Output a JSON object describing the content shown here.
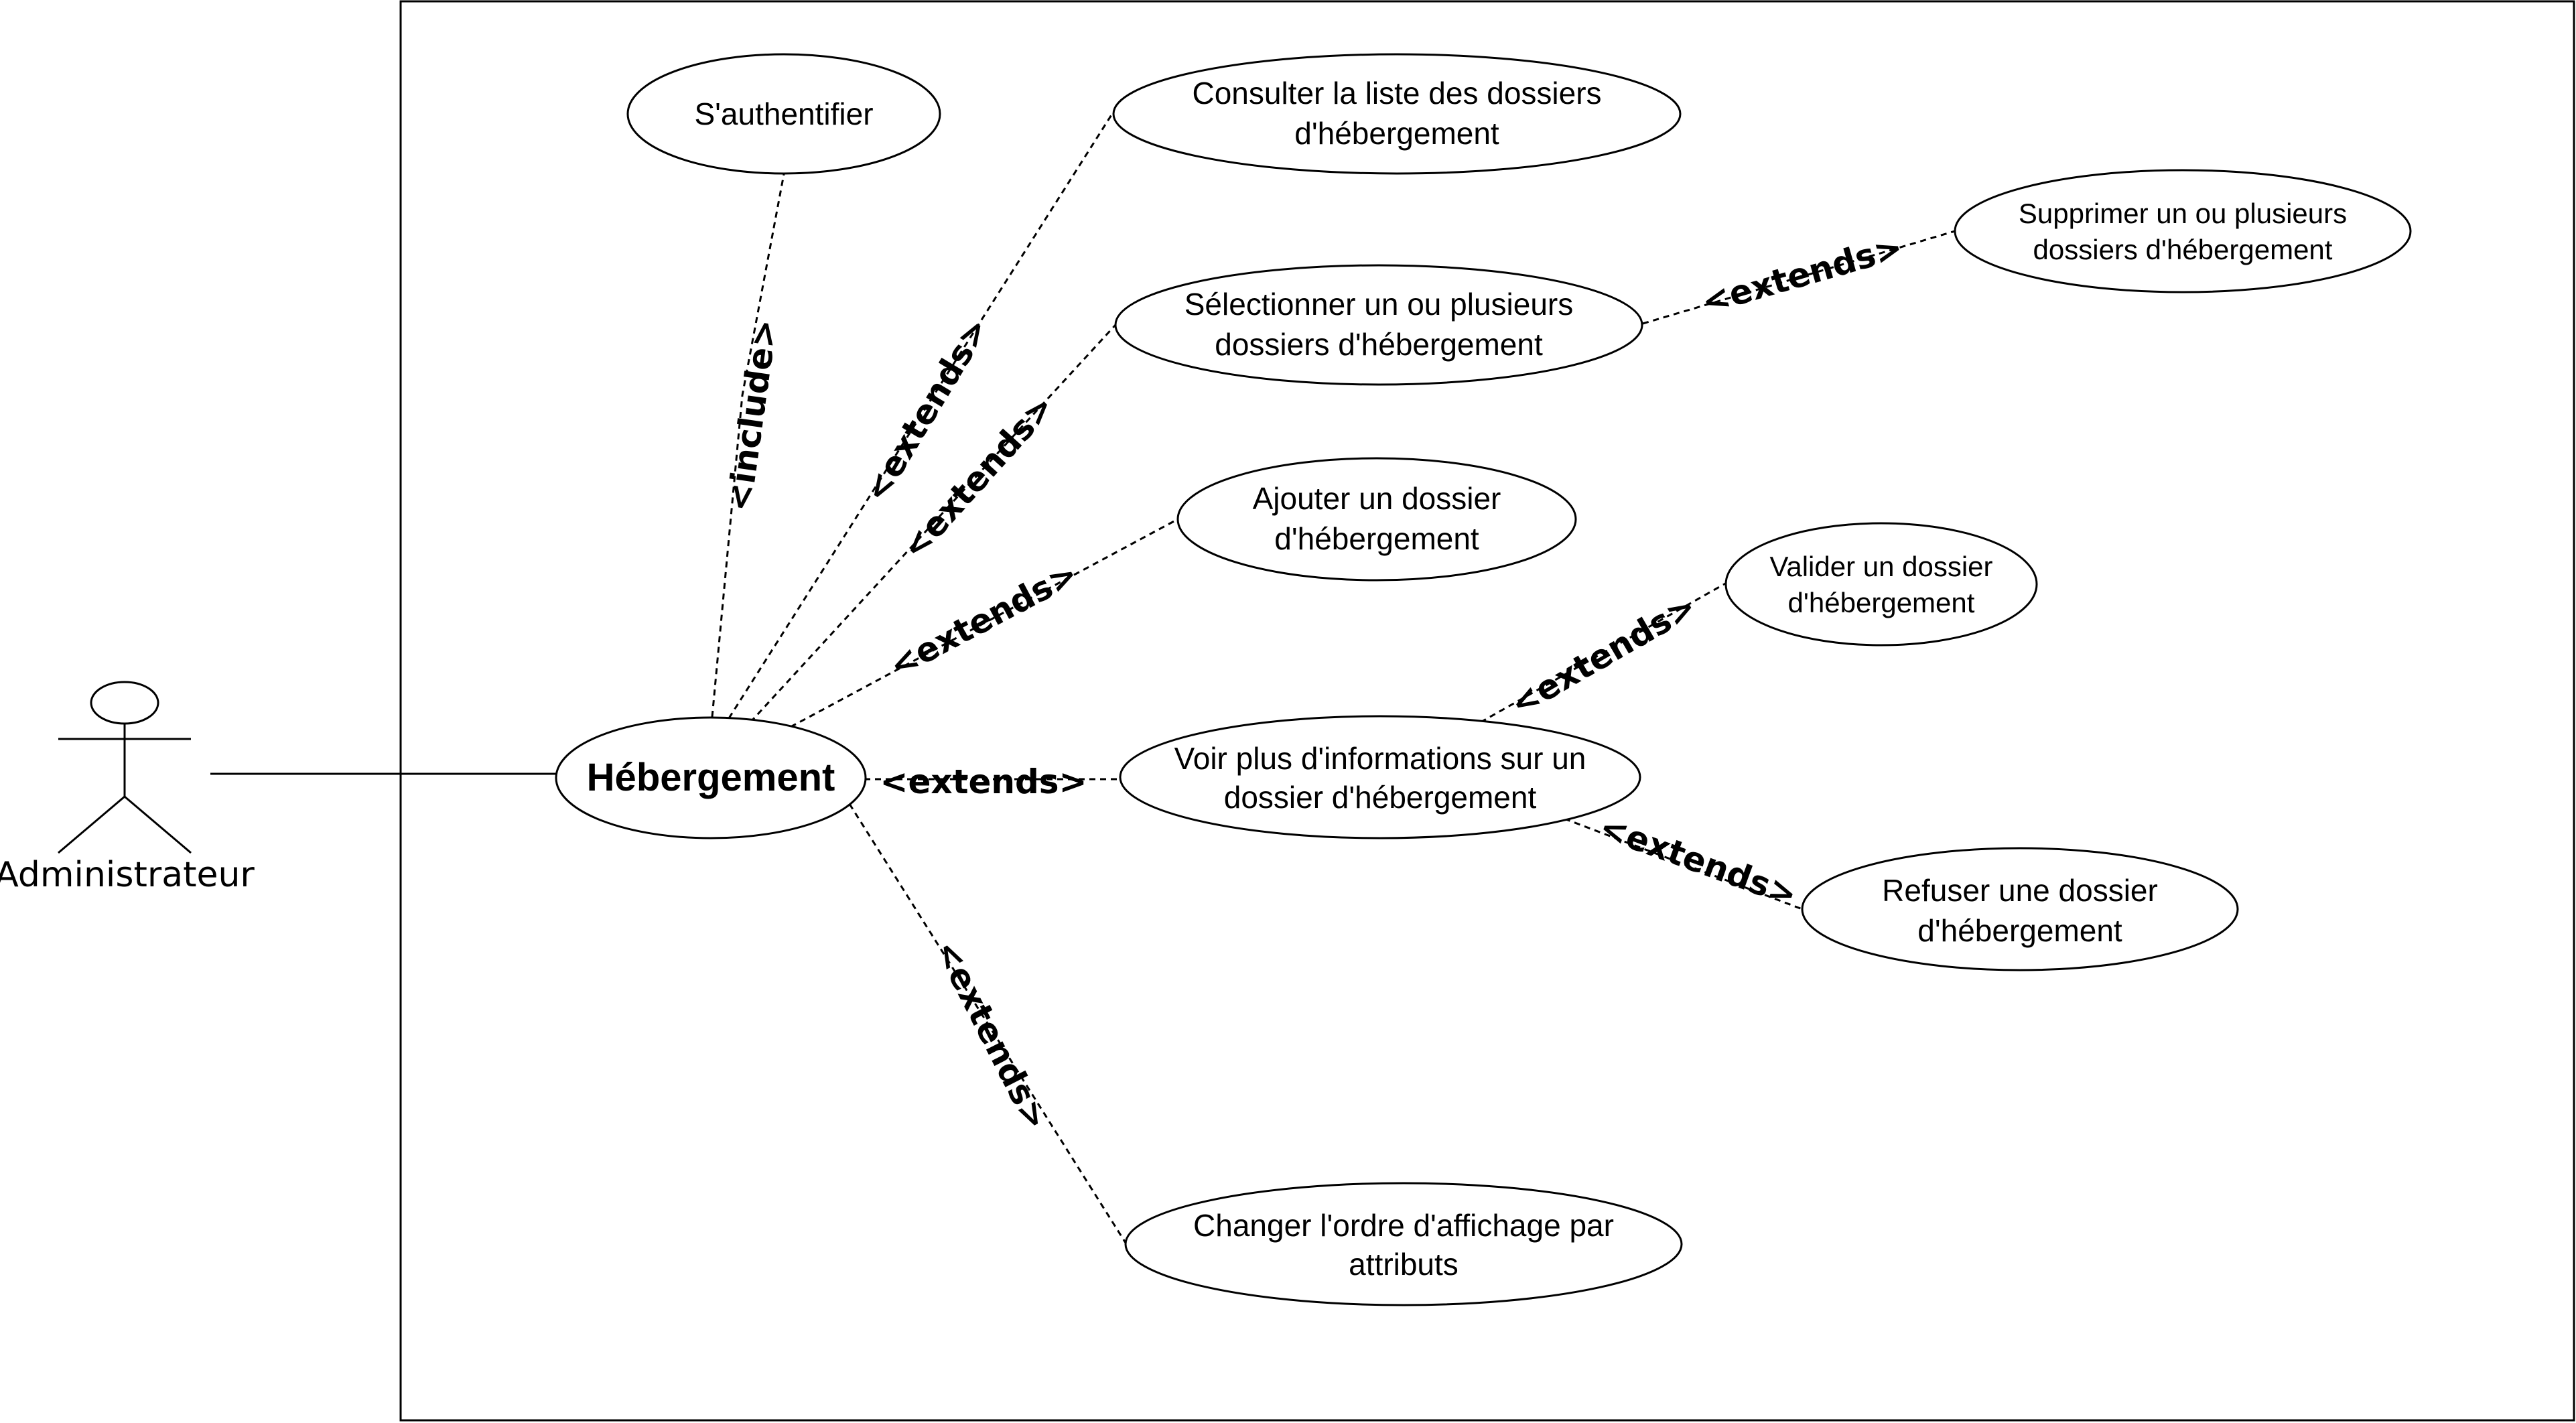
{
  "actor": {
    "name": "Administrateur"
  },
  "main_use_case": {
    "label": "Hébergement"
  },
  "use_cases": {
    "authentifier": {
      "lines": [
        "S'authentifier"
      ]
    },
    "consulter": {
      "lines": [
        "Consulter la liste des dossiers",
        "d'hébergement"
      ]
    },
    "selectionner": {
      "lines": [
        "Sélectionner un ou plusieurs",
        "dossiers d'hébergement"
      ]
    },
    "supprimer": {
      "lines": [
        "Supprimer un ou plusieurs",
        "dossiers d'hébergement"
      ]
    },
    "ajouter": {
      "lines": [
        "Ajouter un dossier",
        "d'hébergement"
      ]
    },
    "valider": {
      "lines": [
        "Valider un dossier",
        "d'hébergement"
      ]
    },
    "voir_plus": {
      "lines": [
        "Voir plus d'informations sur un",
        "dossier d'hébergement"
      ]
    },
    "refuser": {
      "lines": [
        "Refuser une dossier",
        "d'hébergement"
      ]
    },
    "changer_ordre": {
      "lines": [
        "Changer l'ordre d'affichage par",
        "attributs"
      ]
    }
  },
  "relations": {
    "include": "<include>",
    "extends": "<extends>"
  },
  "colors": {
    "stroke": "#000000",
    "background": "#ffffff"
  }
}
